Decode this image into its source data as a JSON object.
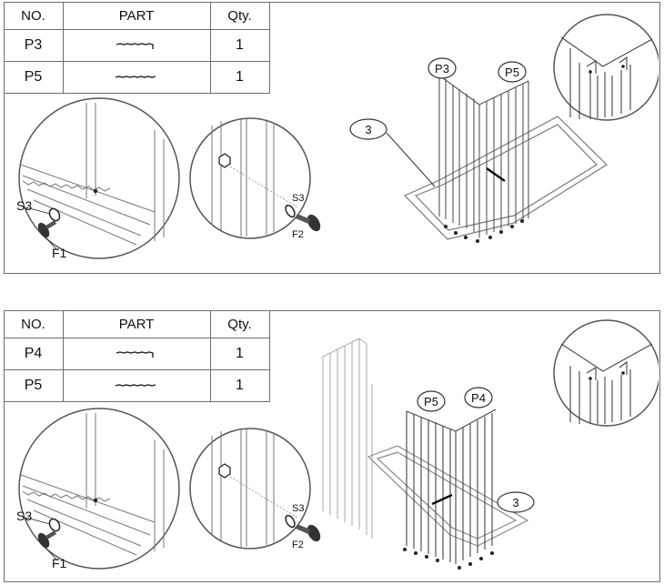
{
  "steps": [
    {
      "table": {
        "headers": {
          "no": "NO.",
          "part": "PART",
          "qty": "Qty."
        },
        "rows": [
          {
            "no": "P3",
            "qty": "1",
            "shape": "bent-strip"
          },
          {
            "no": "P5",
            "qty": "1",
            "shape": "wave-strip"
          }
        ]
      },
      "callouts": {
        "left": {
          "screw": "F1",
          "washer": "S3"
        },
        "right": {
          "screw": "F2",
          "washer": "S3"
        }
      },
      "diagram": {
        "panel_a": "P3",
        "panel_b": "P5",
        "frame": "3"
      }
    },
    {
      "table": {
        "headers": {
          "no": "NO.",
          "part": "PART",
          "qty": "Qty."
        },
        "rows": [
          {
            "no": "P4",
            "qty": "1",
            "shape": "bent-strip"
          },
          {
            "no": "P5",
            "qty": "1",
            "shape": "wave-strip"
          }
        ]
      },
      "callouts": {
        "left": {
          "screw": "F1",
          "washer": "S3"
        },
        "right": {
          "screw": "F2",
          "washer": "S3"
        }
      },
      "diagram": {
        "panel_a": "P5",
        "panel_b": "P4",
        "frame": "3"
      }
    }
  ]
}
